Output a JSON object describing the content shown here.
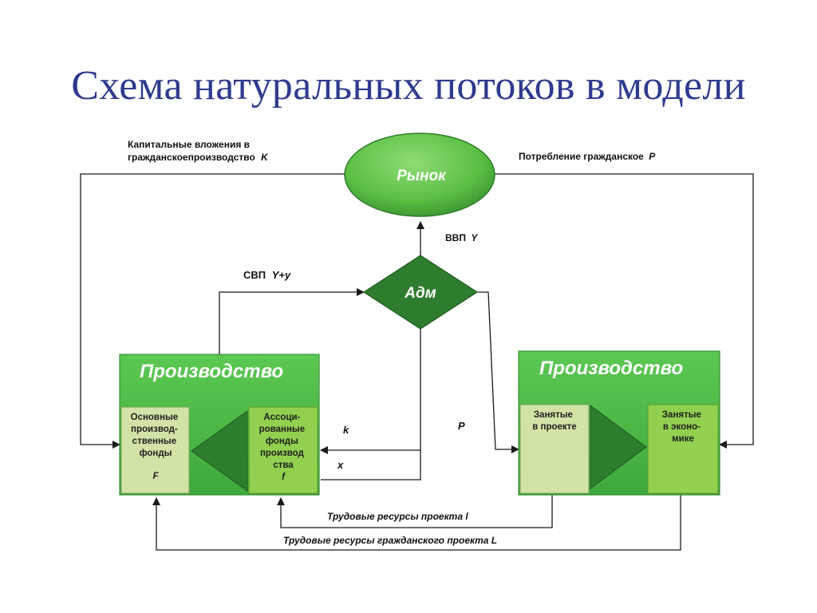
{
  "title": "Схема натуральных потоков в модели",
  "nodes": {
    "market": "Рынок",
    "adm": "Адм",
    "production_left": {
      "title": "Производство",
      "fixed_assets": [
        "Основные",
        "производ-",
        "ственные",
        "фонды"
      ],
      "fixed_assets_symbol": "F",
      "assoc_funds": [
        "Ассоци-",
        "рованные",
        "фонды",
        "производ",
        "ства"
      ],
      "assoc_funds_symbol": "f"
    },
    "production_right": {
      "title": "Производство",
      "employed_project": [
        "Занятые",
        "в проекте"
      ],
      "employed_economy": [
        "Занятые",
        "в эконо-",
        "мике"
      ]
    }
  },
  "flows": {
    "capital_investment": [
      "Капитальные вложения в",
      "гражданскоепроизводство"
    ],
    "capital_investment_symbol": "K",
    "consumption": "Потребление гражданское",
    "consumption_symbol": "P",
    "gdp": "ВВП",
    "gdp_symbol": "Y",
    "gross_product": "СВП",
    "gross_product_symbol": "Y+y",
    "k": "k",
    "x": "x",
    "p": "P",
    "labor_project": "Трудовые ресурсы проекта l",
    "labor_civil": "Трудовые ресурсы гражданского проекта L"
  },
  "colors": {
    "title": "#2f3b8f",
    "market_fill": "#5bbf45",
    "adm_fill": "#2e7d2e",
    "box_fill": "#4cb848",
    "inner_light": "#d2e3a6",
    "inner_bright": "#92d050",
    "triangle": "#2e7d2e",
    "line": "#1a1a1a"
  }
}
